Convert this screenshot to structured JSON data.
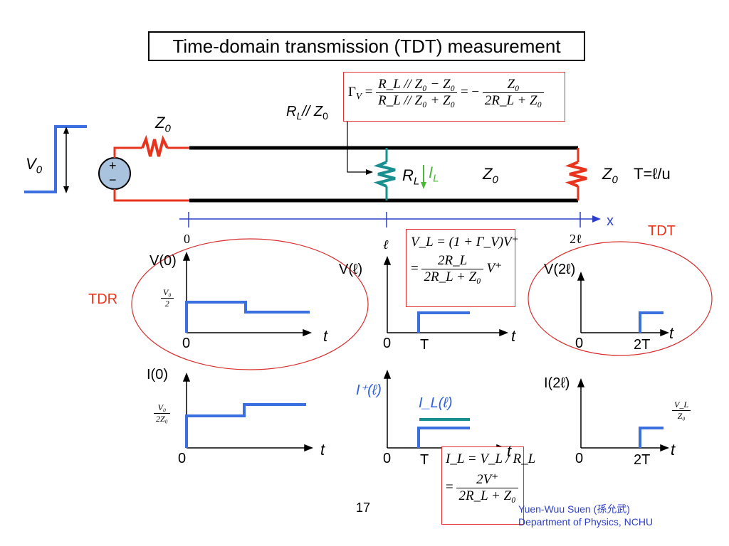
{
  "title": "Time-domain transmission (TDT) measurement",
  "circuit": {
    "v0_label": "V",
    "v0_sub": "0",
    "source_z0": "Z",
    "source_z0_sub": "0",
    "shunt_label_rl": "R",
    "shunt_label_rl_sub": "L",
    "shunt_label_sep": "// Z",
    "shunt_label_z0_sub": "0",
    "rl_label": "R",
    "rl_sub": "L",
    "il_label": "I",
    "il_sub": "L",
    "line_z0": "Z",
    "line_z0_sub": "0",
    "load_z0": "Z",
    "load_z0_sub": "0",
    "delay_label": "T=ℓ/u",
    "source_plus": "+",
    "source_minus": "−"
  },
  "axis_x": {
    "label": "x",
    "tick_0": "0",
    "tick_l": "ℓ",
    "tick_2l": "2ℓ"
  },
  "labels": {
    "tdr": "TDR",
    "tdt": "TDT"
  },
  "equations": {
    "gamma": {
      "lhs": "Γ",
      "lhs_sub": "V",
      "num1": "R_L // Z₀ − Z₀",
      "den1": "R_L // Z₀ + Z₀",
      "num2": "Z₀",
      "den2": "2R_L + Z₀"
    },
    "vl": {
      "line1": "V_L = (1 + Γ_V)V⁺",
      "num": "2R_L",
      "den": "2R_L + Z₀",
      "tail": "V⁺"
    },
    "il": {
      "line1": "I_L = V_L / R_L",
      "num": "2V⁺",
      "den": "2R_L + Z₀"
    }
  },
  "plots": {
    "v0": {
      "ylabel": "V(0)",
      "xlabel": "t",
      "origin": "0",
      "level_num": "V₀",
      "level_den": "2"
    },
    "vl": {
      "ylabel": "V(ℓ)",
      "xlabel": "t",
      "origin": "0",
      "time_tick": "T"
    },
    "v2l": {
      "ylabel": "V(2ℓ)",
      "xlabel": "t",
      "origin": "0",
      "time_tick": "2T"
    },
    "i0": {
      "ylabel": "I(0)",
      "xlabel": "t",
      "origin": "0",
      "level_num": "V₀",
      "level_den": "2Z₀"
    },
    "ipl": {
      "ylabel": "I⁺(ℓ)",
      "xlabel": "t",
      "origin": "0",
      "time_tick": "T",
      "series2": "I_L(ℓ)"
    },
    "i2l": {
      "ylabel": "I(2ℓ)",
      "xlabel": "t",
      "origin": "0",
      "time_tick": "2T",
      "level_num": "V_L",
      "level_den": "Z₀"
    }
  },
  "footer": {
    "page_number": "17",
    "author": "Yuen-Wuu Suen (孫允武)",
    "department": "Department of Physics, NCHU"
  },
  "colors": {
    "signal_blue": "#3b6fe0",
    "red": "#e8341c",
    "teal": "#1a8f8f",
    "green": "#4cb83a",
    "ellipse": "#d83030",
    "axis_blue": "#2d3fc8"
  }
}
